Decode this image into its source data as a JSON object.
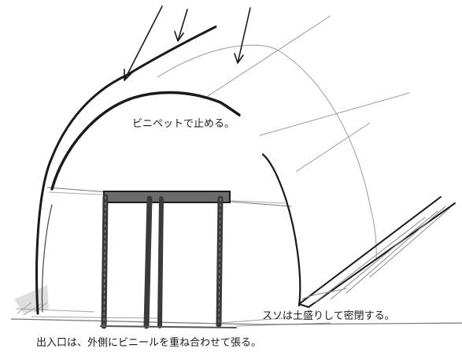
{
  "labels": {
    "clip_note": "ビニペットで止める。",
    "skirt_note": "スソは土盛りして密閉する。",
    "door_note": "出入口は、外側にビニールを重ね合わせて張る。"
  },
  "colors": {
    "ink": "#1a1a1a",
    "pencil": "#7a7a7a",
    "paper": "#ffffff"
  }
}
